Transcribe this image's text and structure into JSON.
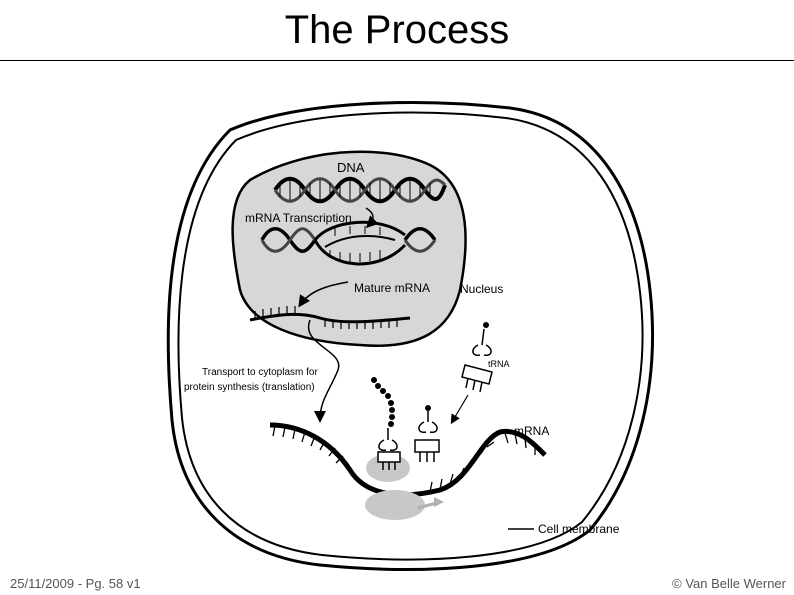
{
  "slide": {
    "title": "The Process",
    "footer_left": "25/11/2009 - Pg. 58 v1",
    "footer_right": "© Van Belle Werner"
  },
  "diagram": {
    "labels": {
      "dna": "DNA",
      "transcription": "mRNA Transcription",
      "mature": "Mature mRNA",
      "nucleus": "Nucleus",
      "transport_line1": "Transport to cytoplasm for",
      "transport_line2": "protein synthesis (translation)",
      "trna": "tRNA",
      "mrna": "mRNA",
      "membrane": "Cell membrane"
    }
  }
}
